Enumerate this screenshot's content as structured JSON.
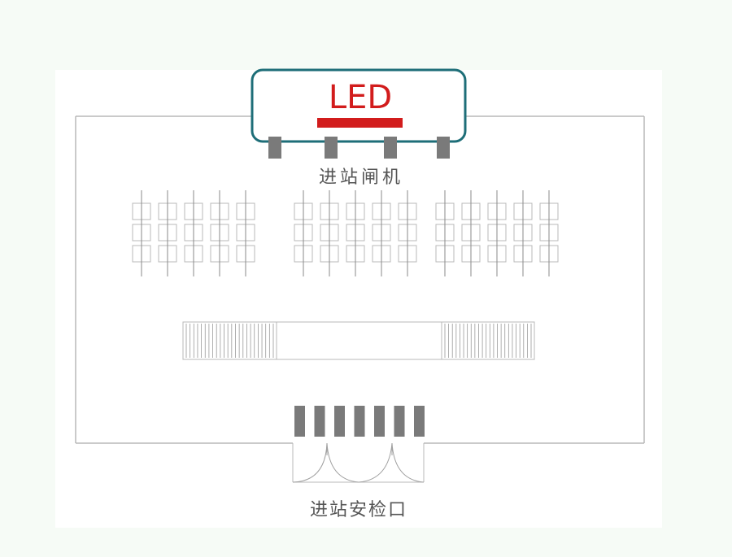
{
  "led_sign": {
    "text": "LED"
  },
  "labels": {
    "gates": "进站闸机",
    "security": "进站安检口"
  },
  "colors": {
    "background": "#f6fbf6",
    "panel": "#ffffff",
    "sign_border": "#1e6e78",
    "led_red": "#d21c1c",
    "dark_gray": "#7a7a7a",
    "line_gray": "#b8b8b8",
    "label_gray": "#555555"
  },
  "counts": {
    "sign_posts": 4,
    "security_lanes": 7
  }
}
